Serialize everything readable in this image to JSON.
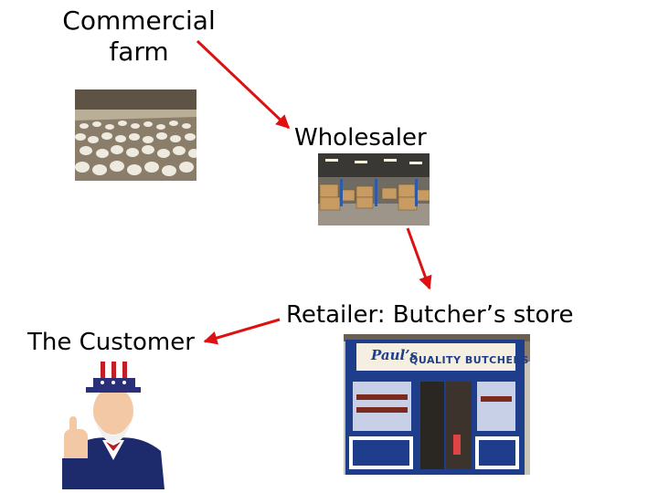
{
  "nodes": {
    "farm": {
      "title_line1": "Commercial",
      "title_line2": "farm",
      "image": "chicken-farm-photo"
    },
    "wholesaler": {
      "title": "Wholesaler",
      "image": "warehouse-photo"
    },
    "retailer": {
      "title": "Retailer: Butcher’s store",
      "image": "butcher-shop-photo",
      "sign_brand": "Paul’s",
      "sign_text": "QUALITY BUTCHERS"
    },
    "customer": {
      "title": "The Customer",
      "image": "uncle-sam-illustration"
    }
  },
  "edges": [
    {
      "from": "farm",
      "to": "wholesaler"
    },
    {
      "from": "wholesaler",
      "to": "retailer"
    },
    {
      "from": "retailer",
      "to": "customer"
    }
  ],
  "colors": {
    "arrow": "#dd1111",
    "shop_facade": "#1e3d8a",
    "sign": "#f4efe0"
  }
}
